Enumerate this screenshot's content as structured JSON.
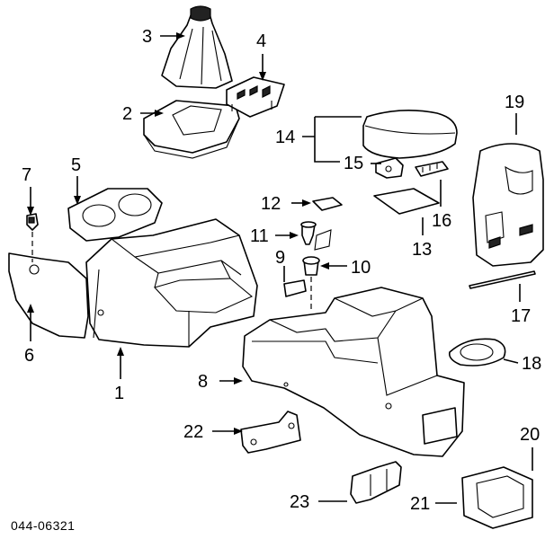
{
  "diagram_code": "044-06321",
  "callouts": [
    "1",
    "2",
    "3",
    "4",
    "5",
    "6",
    "7",
    "8",
    "9",
    "10",
    "11",
    "12",
    "13",
    "14",
    "15",
    "16",
    "17",
    "18",
    "19",
    "20",
    "21",
    "22",
    "23"
  ]
}
